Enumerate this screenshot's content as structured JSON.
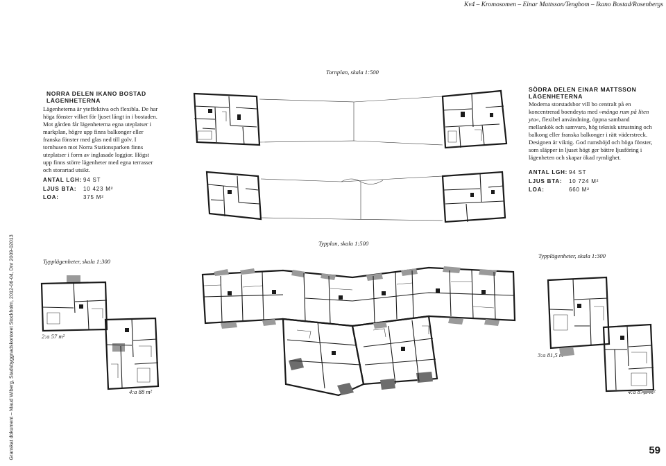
{
  "header": {
    "title": "Kv4 – Kromosomen – Einar Mattsson/Tengbom – Ikano Bostad/Rosenbergs"
  },
  "left": {
    "heading_1": "NORRA DELEN IKANO BOSTAD",
    "heading_2": "LÄGENHETERNA",
    "body": "Lägenheterna är yteffektiva och flexibla. De har höga fönster vilket för ljuset långt in i bostaden. Mot gården får lägenheterna egna uteplatser i markplan, högre upp finns balkonger eller franska fönster med glas ned till golv. I tornhusen mot Norra Stationsparken finns uteplatser i form av inglasade loggior. Högst upp finns större lägenheter med egna terrasser och storartad utsikt.",
    "stats": [
      {
        "label": "ANTAL LGH:",
        "value": "94 ST"
      },
      {
        "label": "LJUS BTA:",
        "value": "10 423 M²"
      },
      {
        "label": "LOA:",
        "value": "375 M²"
      }
    ],
    "typ_caption": "Typplägenheter, skala 1:300",
    "area_1": "2:a 57 m²",
    "area_2": "4:a 88 m²"
  },
  "right": {
    "heading_1": "SÖDRA DELEN EINAR MATTSSON",
    "heading_2": "LÄGENHETERNA",
    "body_1": "Moderna storstadsbor vill bo centralt på en koncentrerad boendeyta med ",
    "body_italic": "»många rum på liten yta«",
    "body_2": ", flexibel användning, öppna samband mellankök och samvaro, hög teknisk utrustning och balkong eller franska balkonger i rätt väderstreck. Designen är viktig. God rumshöjd och höga fönster, som släpper in ljuset högt ger bättre ljusföring i lägenheten och skapar ökad rymlighet.",
    "stats": [
      {
        "label": "ANTAL LGH:",
        "value": "94 ST"
      },
      {
        "label": "LJUS BTA:",
        "value": "10 724 M²"
      },
      {
        "label": "LOA:",
        "value": "660 M²"
      }
    ],
    "typ_caption": "Typplägenheter, skala 1:300",
    "area_1": "3:a 81,5 m²",
    "area_2": "4:a 87,5 m²"
  },
  "center": {
    "tornplan_caption": "Tornplan, skala 1:500",
    "typplan_caption": "Typplan, skala 1:500"
  },
  "sidebar": {
    "credit": "Granskat dokument – Maud Wiberg, Stadsbyggnadskontoret Stockholm, 2012-06-04, Dnr 2009-02013"
  },
  "footer": {
    "page_number": "59"
  }
}
